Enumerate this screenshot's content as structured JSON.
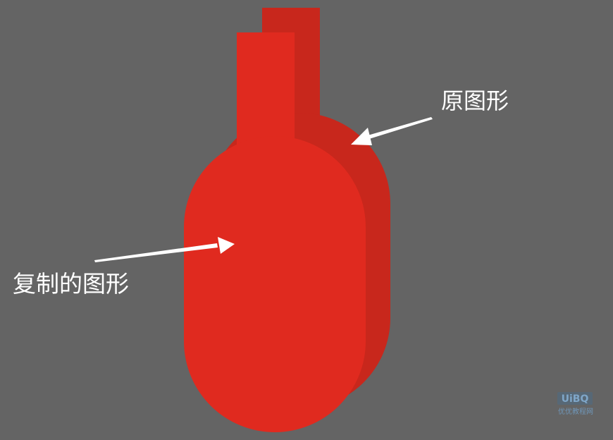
{
  "labels": {
    "original": "原图形",
    "copy": "复制的图形"
  },
  "watermark": {
    "logo_text": "UiBQ",
    "caption": "优优教程网"
  },
  "colors": {
    "background": "#646464",
    "original_shape": "#c8271c",
    "copy_shape": "#e02a1f",
    "arrow": "#ffffff",
    "label_text": "#ffffff"
  },
  "icons": {
    "arrow": "arrow-icon"
  }
}
